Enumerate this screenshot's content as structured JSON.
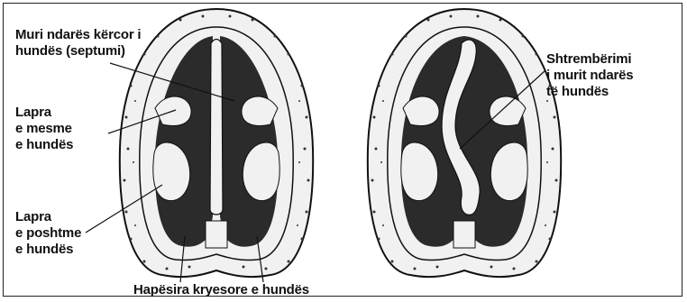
{
  "labels": {
    "septum": [
      "Muri ndarës kërcor i",
      "hundës (septumi)"
    ],
    "middle_turbinate": [
      "Lapra",
      "e mesme",
      "e hundës"
    ],
    "lower_turbinate": [
      "Lapra",
      "e poshtme",
      "e hundës"
    ],
    "main_cavity": "Hapësira kryesore  e hundës",
    "deviation": [
      "Shtrembërimi",
      "i murit ndarës",
      "të hundës"
    ]
  },
  "colors": {
    "cavity": "#2b2b2b",
    "bone": "#f1f1f1",
    "outline": "#111111",
    "speckle": "#333333"
  }
}
